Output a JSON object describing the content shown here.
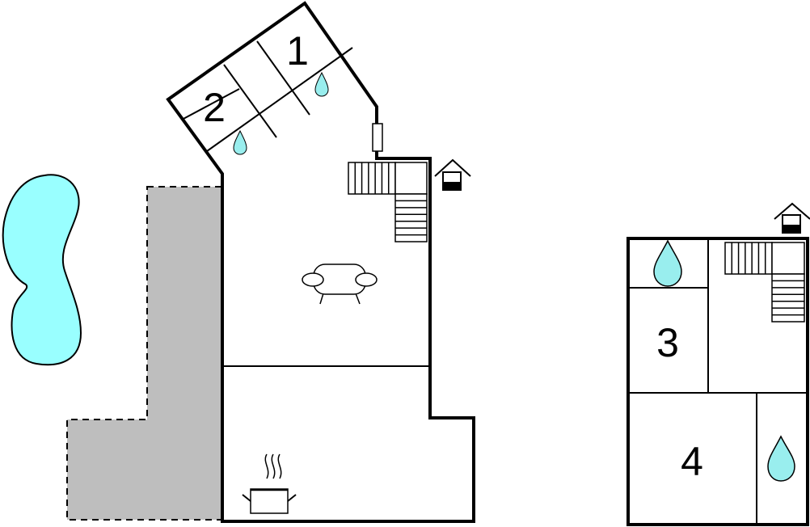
{
  "colors": {
    "pool_fill": "#99ffff",
    "water_fill": "#99eeee",
    "terrace_fill": "#bebebe",
    "wall_stroke": "#000000",
    "background": "#ffffff"
  },
  "rooms": [
    {
      "label": "1",
      "type": "bedroom"
    },
    {
      "label": "2",
      "type": "bedroom"
    },
    {
      "label": "3",
      "type": "bedroom"
    },
    {
      "label": "4",
      "type": "bedroom"
    }
  ],
  "icons": [
    "pool-icon",
    "terrace-area",
    "staircase-icon",
    "sofa-icon",
    "cooking-pot-icon",
    "house-entrance-icon",
    "water-drop-icon"
  ]
}
